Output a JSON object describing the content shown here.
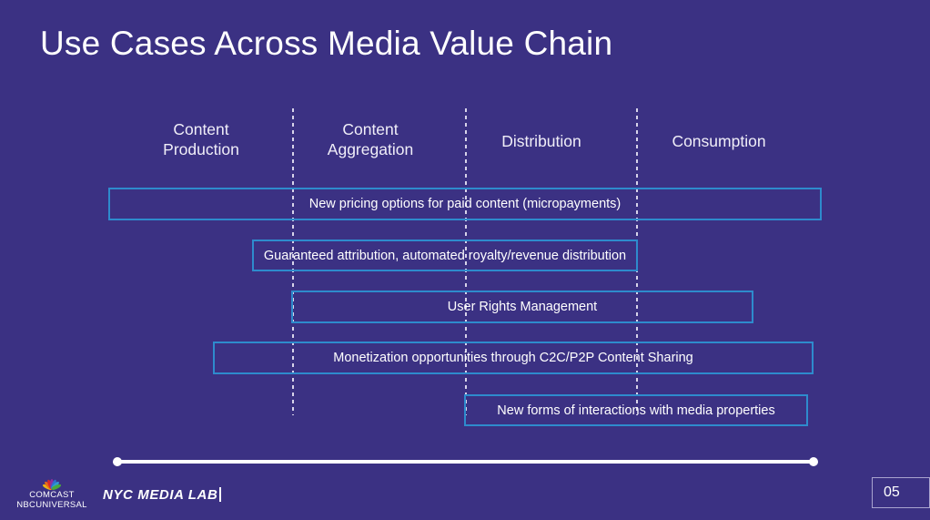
{
  "slide": {
    "title": "Use Cases Across Media Value Chain",
    "page_number": "05",
    "background_color": "#3b3183",
    "accent_color": "#2e8bcd",
    "divider_color": "#d8d4ea"
  },
  "columns": [
    {
      "label": "Content\nProduction",
      "line1": "Content",
      "line2": "Production"
    },
    {
      "label": "Content\nAggregation",
      "line1": "Content",
      "line2": "Aggregation"
    },
    {
      "label": "Distribution",
      "line1": "Distribution",
      "line2": ""
    },
    {
      "label": "Consumption",
      "line1": "Consumption",
      "line2": ""
    }
  ],
  "use_cases": [
    {
      "text": "New pricing options for paid content (micropayments)",
      "spans": "Content Production – Consumption"
    },
    {
      "text": "Guaranteed attribution, automated royalty/revenue distribution",
      "spans": "Content Aggregation – Distribution"
    },
    {
      "text": "User Rights Management",
      "spans": "Content Aggregation – Consumption"
    },
    {
      "text": "Monetization opportunities through C2C/P2P Content Sharing",
      "spans": "Content Production – Consumption"
    },
    {
      "text": "New forms of interactions with media properties",
      "spans": "Distribution – Consumption"
    }
  ],
  "footer": {
    "comcast_line1": "COMCAST",
    "comcast_line2": "NBCUNIVERSAL",
    "nyc_media_lab": "NYC MEDIA LAB"
  }
}
